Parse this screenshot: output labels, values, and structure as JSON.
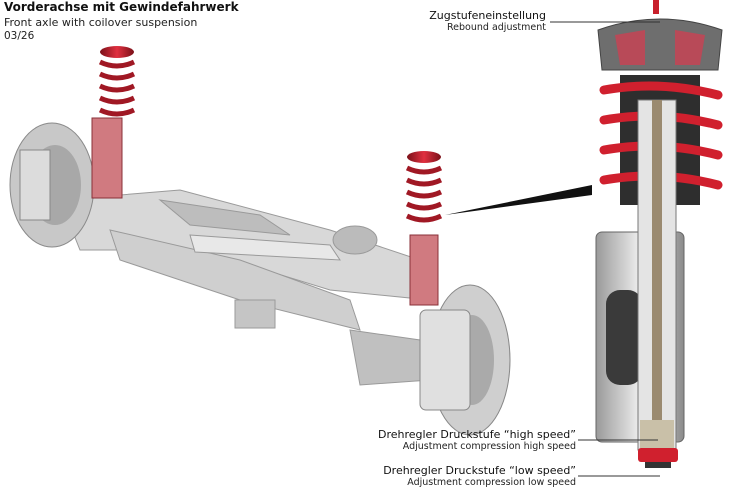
{
  "header": {
    "title": "Vorderachse mit Gewindefahrwerk",
    "subtitle": "Front axle with coilover suspension",
    "page": "03/26"
  },
  "callouts": [
    {
      "de": "Zugstufeneinstellung",
      "en": "Rebound adjustment"
    },
    {
      "de": "Drehregler Druckstufe “high speed”",
      "en": "Adjustment compression high speed"
    },
    {
      "de": "Drehregler Druckstufe “low speed”",
      "en": "Adjustment compression low speed"
    }
  ],
  "colors": {
    "accent": "#c8202c",
    "strut": "#b8505a",
    "metal": "#d0d0d0"
  }
}
